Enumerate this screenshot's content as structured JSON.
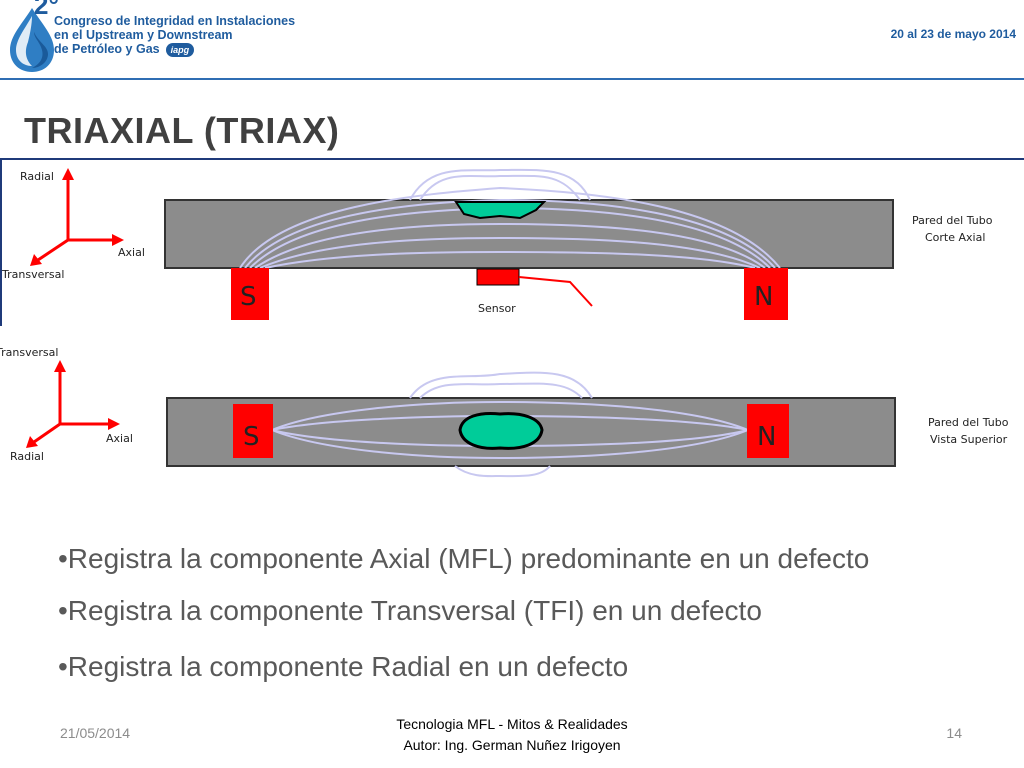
{
  "header": {
    "logo_number": "2°",
    "logo_lines": [
      "Congreso de Integridad en Instalaciones",
      "en el Upstream y Downstream",
      "de Petróleo y Gas"
    ],
    "logo_badge": "iapg",
    "date_range": "20 al 23 de mayo 2014"
  },
  "slide": {
    "title": "TRIAXIAL (TRIAX)"
  },
  "diagram": {
    "top": {
      "axis_labels": {
        "up": "Radial",
        "right": "Axial",
        "down_left": "Transversal"
      },
      "pipe_label_lines": [
        "Pared del Tubo",
        "Corte Axial"
      ],
      "magnet_left": "S",
      "magnet_right": "N",
      "sensor_label": "Sensor"
    },
    "bottom": {
      "axis_labels": {
        "up": "Transversal",
        "right": "Axial",
        "down_left": "Radial"
      },
      "pipe_label_lines": [
        "Pared del Tubo",
        "Vista Superior"
      ],
      "magnet_left": "S",
      "magnet_right": "N"
    },
    "colors": {
      "pipe": "#8c8c8c",
      "magnet": "#ff0000",
      "defect": "#00cc99",
      "flux": "#c8c8f0",
      "arrow": "#ff0000"
    }
  },
  "bullets": [
    "•Registra la componente Axial (MFL) predominante en un defecto",
    "•Registra la componente Transversal (TFI) en un defecto",
    "•Registra la componente Radial en un defecto"
  ],
  "footer": {
    "date": "21/05/2014",
    "center_line1": "Tecnologia MFL  - Mitos & Realidades",
    "center_line2": "Autor: Ing. German Nuñez Irigoyen",
    "page": "14"
  }
}
